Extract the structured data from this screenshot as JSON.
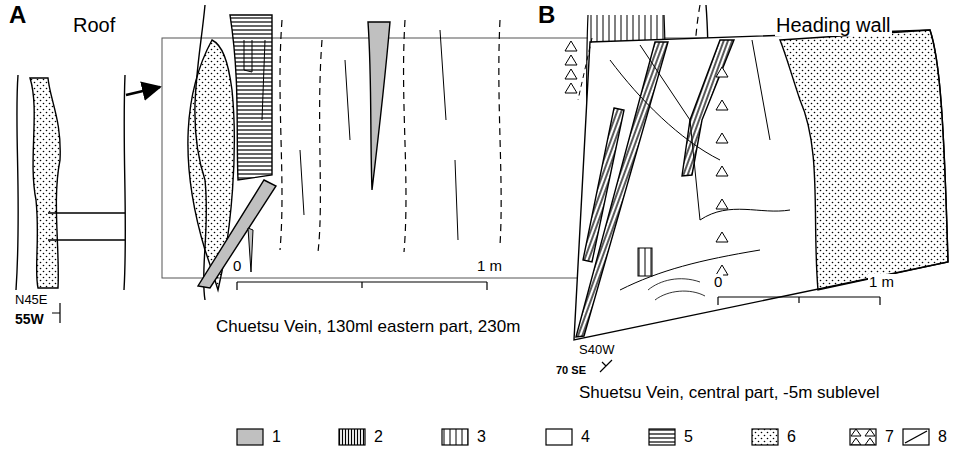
{
  "diagram": {
    "labels": [
      "A",
      "Roof",
      "N45E",
      "55W",
      "0",
      "1 m",
      "Chuetsu Vein, 130ml eastern part, 230m",
      "B",
      "Heading wall",
      "S40W",
      "70 SE",
      "0",
      "1 m",
      "Shuetsu Vein, central part, -5m sublevel"
    ],
    "legend": [
      {
        "text": "1",
        "color": "#c0c0c0"
      },
      {
        "text": "2"
      },
      {
        "text": "3"
      },
      {
        "text": "4"
      },
      {
        "text": "5"
      },
      {
        "text": "6"
      },
      {
        "text": "7"
      },
      {
        "text": "8"
      }
    ]
  }
}
